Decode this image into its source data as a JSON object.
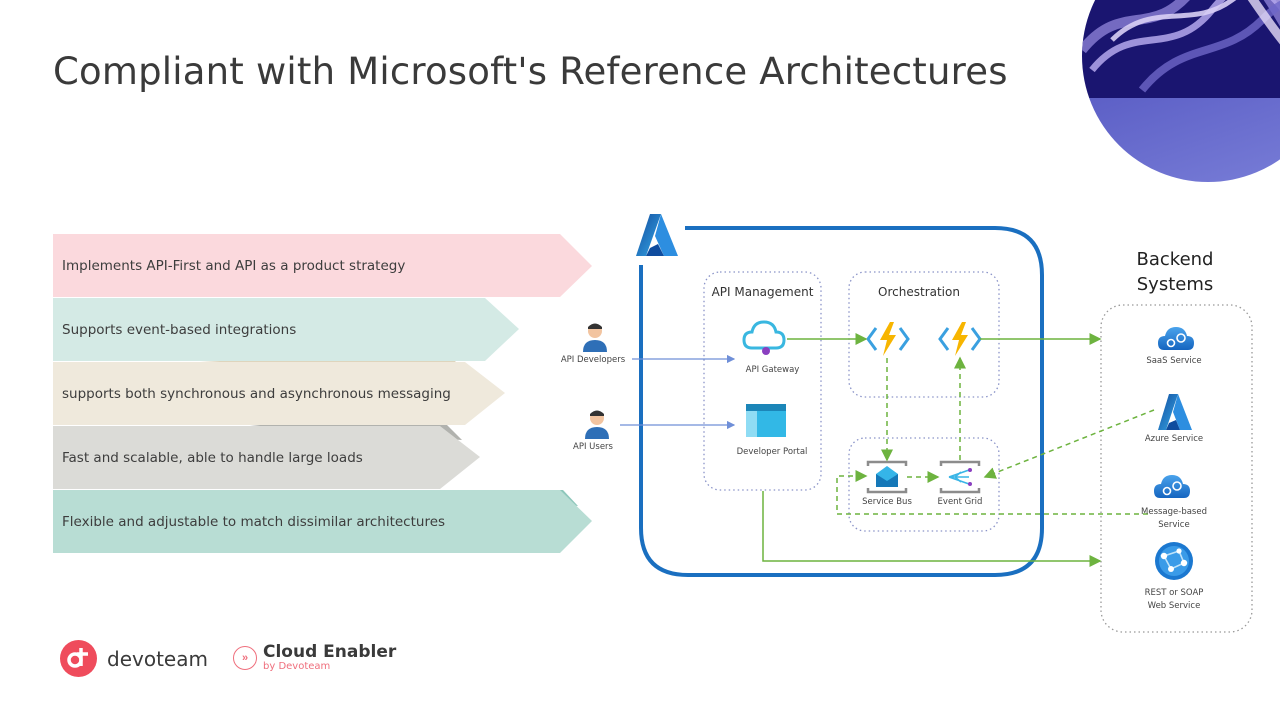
{
  "slide": {
    "title": "Compliant with Microsoft's Reference Architectures"
  },
  "features": [
    {
      "label": "Implements API-First and API as a product strategy",
      "color": "#fbd9dd"
    },
    {
      "label": "Supports event-based integrations",
      "color": "#d4eae5"
    },
    {
      "label": "supports both synchronous and asynchronous messaging",
      "color": "#efe9dc"
    },
    {
      "label": "Fast and scalable, able to handle large loads",
      "color": "#dbdbd7"
    },
    {
      "label": "Flexible and adjustable to match dissimilar architectures",
      "color": "#b8ddd4"
    }
  ],
  "diagram": {
    "actors": [
      {
        "label": "API Developers",
        "icon": "user-icon"
      },
      {
        "label": "API Users",
        "icon": "user-icon"
      }
    ],
    "api_management": {
      "title": "API Management",
      "items": [
        {
          "label": "API Gateway",
          "icon": "api-gateway-icon"
        },
        {
          "label": "Developer Portal",
          "icon": "developer-portal-icon"
        }
      ]
    },
    "orchestration": {
      "title": "Orchestration",
      "items": [
        {
          "label": "",
          "icon": "azure-function-icon"
        },
        {
          "label": "",
          "icon": "azure-function-icon"
        }
      ]
    },
    "messaging": {
      "items": [
        {
          "label": "Service Bus",
          "icon": "service-bus-icon"
        },
        {
          "label": "Event Grid",
          "icon": "event-grid-icon"
        }
      ]
    },
    "backend": {
      "title_line1": "Backend",
      "title_line2": "Systems",
      "items": [
        {
          "label": "SaaS Service",
          "icon": "cloud-gears-icon"
        },
        {
          "label": "Azure Service",
          "icon": "azure-logo-icon"
        },
        {
          "label_line1": "Message-based",
          "label_line2": "Service",
          "icon": "cloud-gears-icon"
        },
        {
          "label_line1": "REST or SOAP",
          "label_line2": "Web Service",
          "icon": "web-service-icon"
        }
      ]
    },
    "colors": {
      "azure_border": "#1a6fc0",
      "sync_flow": "#6db33f",
      "async_flow": "#6db33f",
      "actor_flow": "#6f8fd8",
      "group_dots": "#8a93c8"
    }
  },
  "footer": {
    "devoteam": "devoteam",
    "cloud_enabler": "Cloud Enabler",
    "cloud_enabler_by": "by Devoteam"
  }
}
